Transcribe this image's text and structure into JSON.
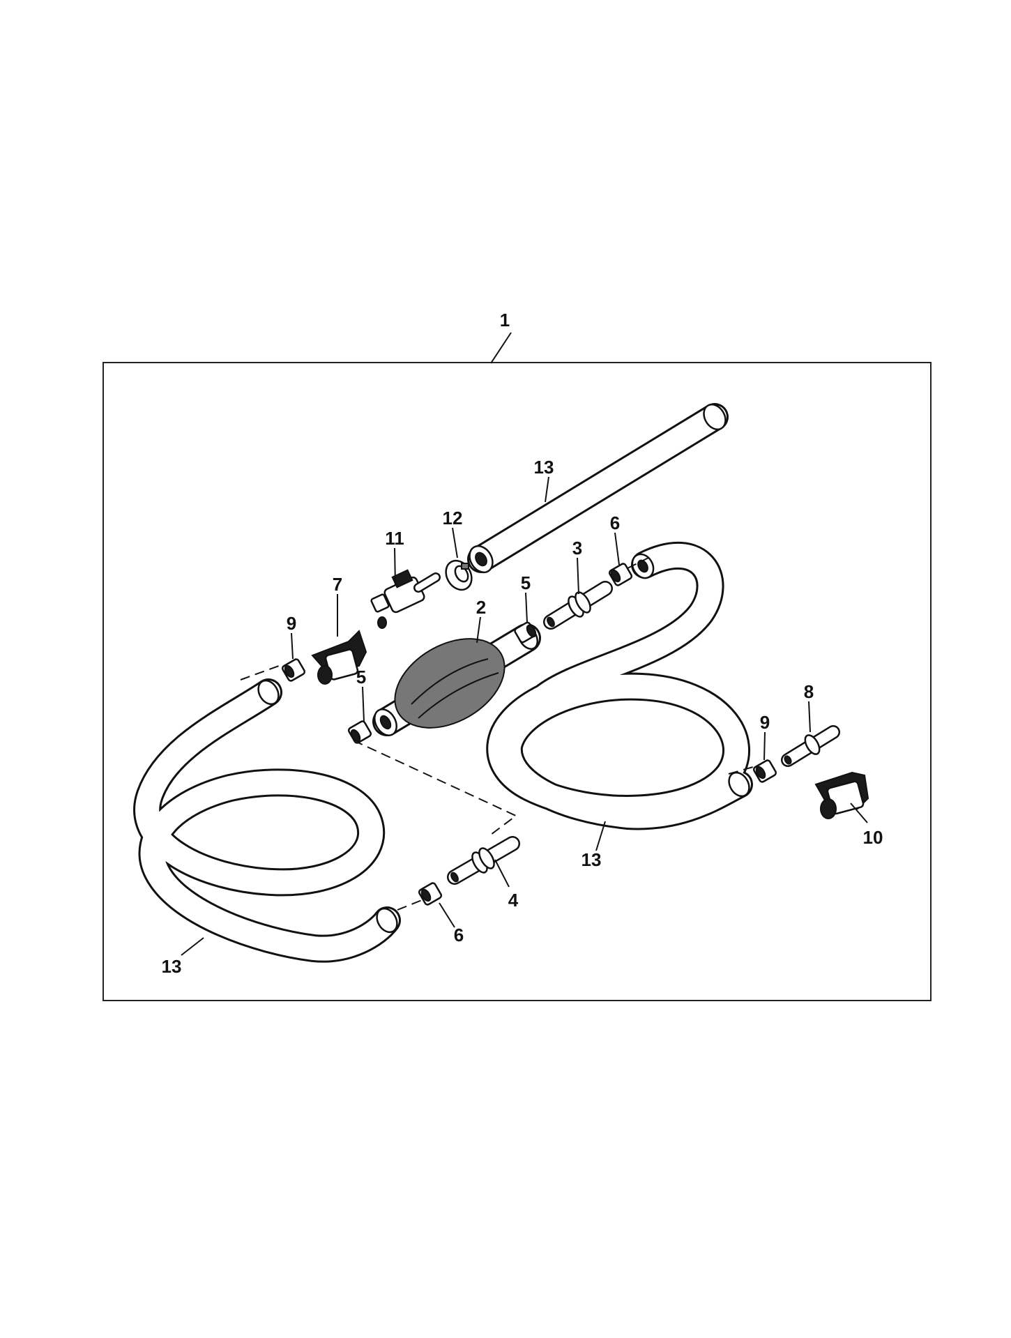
{
  "diagram": {
    "kit_label": "1",
    "callouts": {
      "bulb": "2",
      "connector_upper": "3",
      "connector_lower": "4",
      "clamp5_upper": "5",
      "clamp5_left": "5",
      "clamp6_upper": "6",
      "clamp6_lower": "6",
      "fitting7": "7",
      "fitting8": "8",
      "clamp9_left": "9",
      "clamp9_right": "9",
      "fitting10": "10",
      "valve11": "11",
      "clamp12": "12",
      "hose13_top": "13",
      "hose13_right": "13",
      "hose13_left": "13"
    }
  }
}
